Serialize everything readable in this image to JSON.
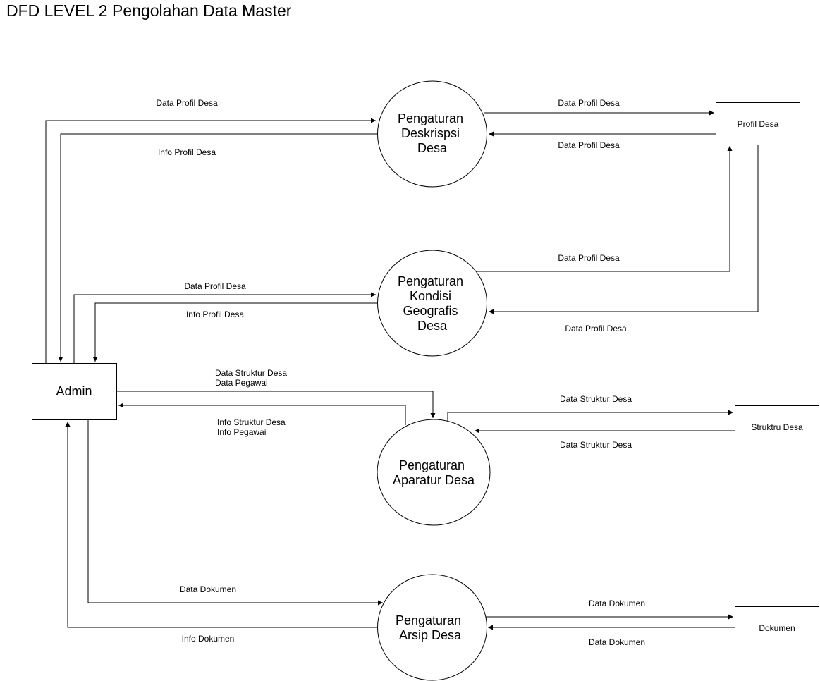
{
  "title": "DFD LEVEL 2 Pengolahan Data Master",
  "entity": {
    "label": "Admin"
  },
  "processes": [
    {
      "lines": [
        "Pengaturan",
        "Deskrispsi",
        "Desa"
      ]
    },
    {
      "lines": [
        "Pengaturan",
        "Kondisi",
        "Geografis",
        "Desa"
      ]
    },
    {
      "lines": [
        "Pengaturan",
        "Aparatur Desa"
      ]
    },
    {
      "lines": [
        "Pengaturan",
        "Arsip Desa"
      ]
    }
  ],
  "stores": [
    {
      "label": "Profil Desa"
    },
    {
      "label": "Struktru Desa"
    },
    {
      "label": "Dokumen"
    }
  ],
  "flows": [
    {
      "lines": [
        "Data Profil Desa"
      ]
    },
    {
      "lines": [
        "Info Profil Desa"
      ]
    },
    {
      "lines": [
        "Data Profil Desa"
      ]
    },
    {
      "lines": [
        "Data Profil Desa"
      ]
    },
    {
      "lines": [
        "Data Profil Desa"
      ]
    },
    {
      "lines": [
        "Data Profil Desa"
      ]
    },
    {
      "lines": [
        "Data Profil Desa"
      ]
    },
    {
      "lines": [
        "Info Profil Desa"
      ]
    },
    {
      "lines": [
        "Data Struktur Desa",
        "Data Pegawai"
      ]
    },
    {
      "lines": [
        "Info Struktur Desa",
        "Info Pegawai"
      ]
    },
    {
      "lines": [
        "Data Struktur Desa"
      ]
    },
    {
      "lines": [
        "Data Struktur Desa"
      ]
    },
    {
      "lines": [
        "Data Dokumen"
      ]
    },
    {
      "lines": [
        "Info Dokumen"
      ]
    },
    {
      "lines": [
        "Data Dokumen"
      ]
    },
    {
      "lines": [
        "Data Dokumen"
      ]
    }
  ]
}
